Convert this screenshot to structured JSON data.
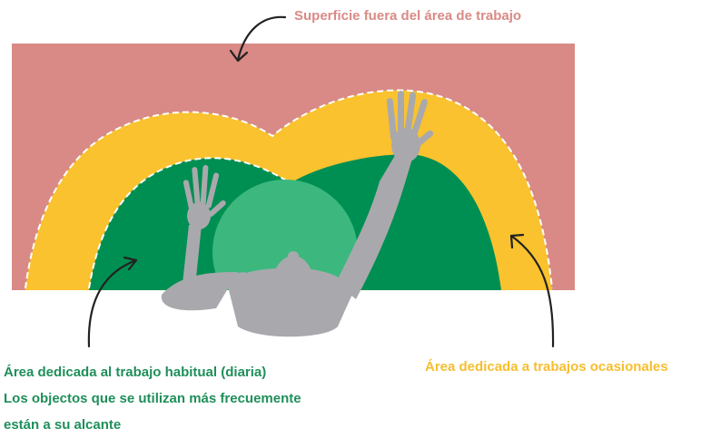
{
  "labels": {
    "outside_area": "Superficie fuera del área de trabajo",
    "habitual_area_line1": "Área dedicada al trabajo habitual (diaria)",
    "habitual_area_line2": "Los objectos que se utilizan más frecuemente",
    "habitual_area_line3": "están a su alcante",
    "occasional_area": "Área dedicada a trabajos ocasionales"
  },
  "colors": {
    "outside_area": "#d98a86",
    "occasional_area": "#f9c22e",
    "habitual_area": "#008f52",
    "body_zone": "#3cb87f",
    "figure": "#a9a9ad",
    "table": "#ffffff",
    "boundary_line": "#ffffff",
    "arrow": "#222222",
    "outside_label": "#d98a86",
    "habitual_label": "#1f8f5a",
    "occasional_label": "#f6be2f"
  }
}
